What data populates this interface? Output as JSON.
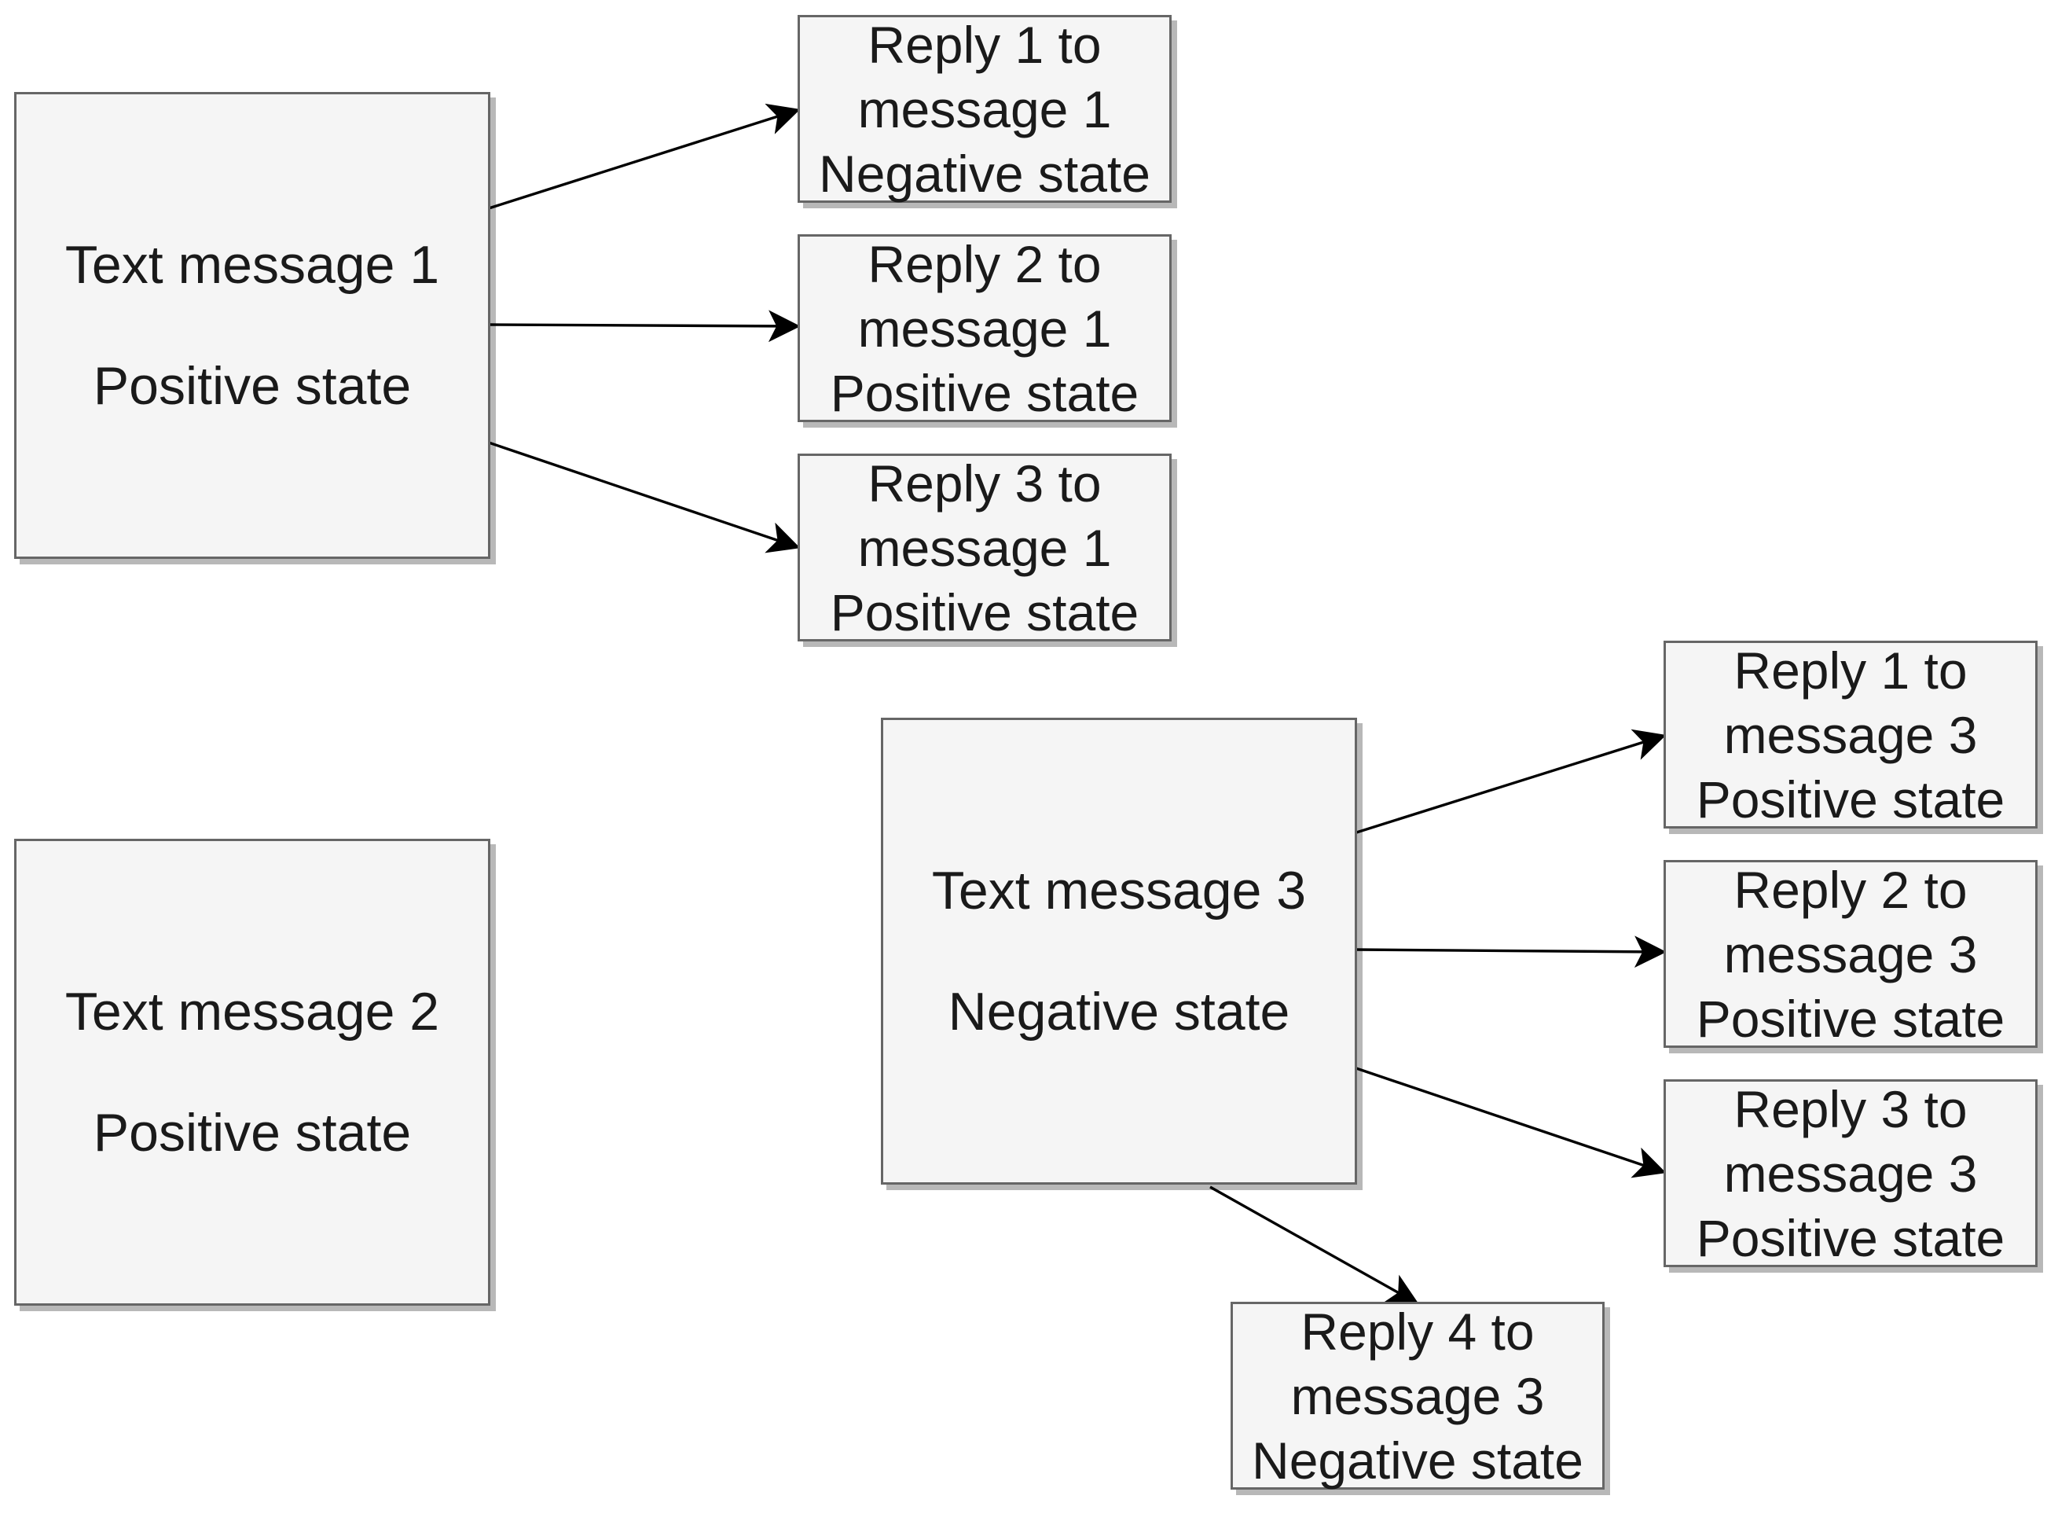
{
  "messages": [
    {
      "title": "Text message 1",
      "state": "Positive state"
    },
    {
      "title": "Text message 2",
      "state": "Positive state"
    },
    {
      "title": "Text message 3",
      "state": "Negative state"
    }
  ],
  "replies": [
    {
      "line1": "Reply 1 to",
      "line2": "message 1",
      "state": "Negative state"
    },
    {
      "line1": "Reply 2 to",
      "line2": "message 1",
      "state": "Positive state"
    },
    {
      "line1": "Reply 3 to",
      "line2": "message 1",
      "state": "Positive state"
    },
    {
      "line1": "Reply 1 to",
      "line2": "message 3",
      "state": "Positive state"
    },
    {
      "line1": "Reply 2 to",
      "line2": "message 3",
      "state": "Positive state"
    },
    {
      "line1": "Reply 3 to",
      "line2": "message 3",
      "state": "Positive state"
    },
    {
      "line1": "Reply 4 to",
      "line2": "message 3",
      "state": "Negative state"
    }
  ],
  "edges": [
    {
      "from": "message-1",
      "to": "reply-1-message-1"
    },
    {
      "from": "message-1",
      "to": "reply-2-message-1"
    },
    {
      "from": "message-1",
      "to": "reply-3-message-1"
    },
    {
      "from": "message-3",
      "to": "reply-1-message-3"
    },
    {
      "from": "message-3",
      "to": "reply-2-message-3"
    },
    {
      "from": "message-3",
      "to": "reply-3-message-3"
    },
    {
      "from": "message-3",
      "to": "reply-4-message-3"
    }
  ],
  "colors": {
    "node_fill": "#f5f5f5",
    "node_border": "#666666",
    "edge": "#000000",
    "text": "#1a1a1a"
  }
}
